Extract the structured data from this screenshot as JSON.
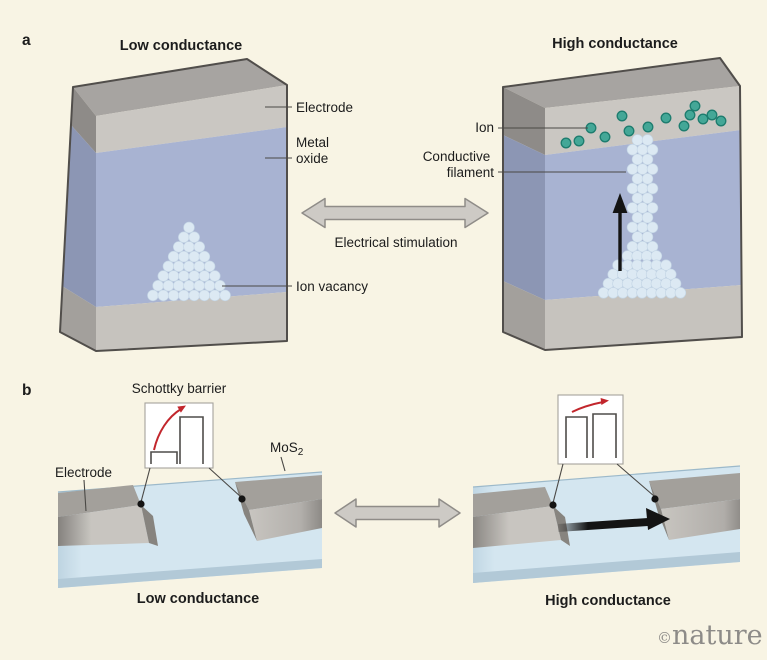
{
  "panel_a": {
    "label": "a",
    "low_title": "Low conductance",
    "high_title": "High conductance",
    "electrode_label": "Electrode",
    "metal_oxide_label_line1": "Metal",
    "metal_oxide_label_line2": "oxide",
    "ion_vacancy_label": "Ion vacancy",
    "ion_label": "Ion",
    "conductive_filament_line1": "Conductive",
    "conductive_filament_line2": "filament",
    "arrow_label": "Electrical stimulation"
  },
  "panel_b": {
    "label": "b",
    "inset_title": "Schottky barrier",
    "electrode_label": "Electrode",
    "material_label": "MoS",
    "material_subscript": "2",
    "low_caption": "Low conductance",
    "high_caption": "High conductance"
  },
  "footer": {
    "copyright_symbol": "©",
    "brand": "nature"
  },
  "colors": {
    "background": "#f8f4e4",
    "box_top": "#a7a4a1",
    "box_side_gray": "#8e8b88",
    "box_side_oxide": "#8c96b4",
    "box_side_bottom": "#a3a09c",
    "electrode_band": "#cac7c2",
    "oxide_band": "#a8b3d2",
    "bottom_band": "#c6c3be",
    "box_outline": "#514e4b",
    "vacancy_fill": "#dce9f3",
    "vacancy_stroke": "#c3d5e5",
    "ion_fill": "#44a797",
    "ion_stroke": "#1d7c6e",
    "big_arrow_fill": "#cdcac5",
    "big_arrow_stroke": "#8f8c88",
    "slab_fill": "#d4e6f0",
    "slab_strip": "#b2c9d7",
    "slab_line": "#9cb9ca",
    "electrode_top": "#a3a09b",
    "electrode_front_light": "#c8c5c0",
    "electrode_front_dark": "#87847f",
    "electrode_end": "#87847f",
    "red_arrow": "#c2262c",
    "black": "#141414",
    "leader_line": "#4a4845",
    "inset_stroke": "#a5a29d",
    "bar_stroke": "#4f4d4a",
    "nature_gray": "#8d8b88"
  }
}
